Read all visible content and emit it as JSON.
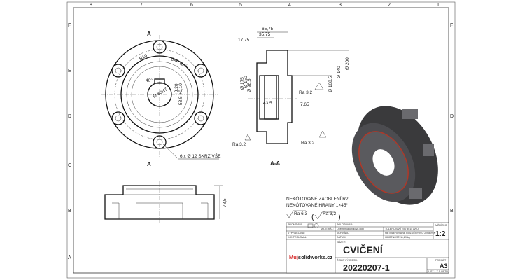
{
  "sheet": {
    "zone_columns": [
      "8",
      "7",
      "6",
      "5",
      "4",
      "3",
      "2",
      "1"
    ],
    "zone_rows": [
      "F",
      "E",
      "D",
      "C",
      "B",
      "A"
    ]
  },
  "front_view": {
    "section_label": "A",
    "dims": {
      "r10": "R10",
      "r115": "6×R11,5",
      "deg": "40°",
      "bore": "Ø 80H7",
      "key1": "20",
      "key2": "+0,20",
      "key3": "53,5 +0,10",
      "holes": "6 x Ø 12 SKRZ VŠE"
    }
  },
  "section_view": {
    "title": "A-A",
    "dims": {
      "d6575": "65,75",
      "d3575": "35,75",
      "d1775": "17,75",
      "d175": "Ø 175",
      "d150": "Ø 150",
      "d985": "Ø 98,5",
      "d1085": "Ø 108,5",
      "d140": "Ø 140",
      "d200": "Ø 200",
      "d435": "43,5",
      "d765": "7,65",
      "ra": "Ra 3,2"
    }
  },
  "bottom_view": {
    "height_dim": "78,5"
  },
  "notes": {
    "line1": "NEKÓTOVANÉ ZAOBLENÍ R2",
    "line2": "NEKÓTOVANÉ HRANY 1×45°",
    "rough_main": "Ra 6,3",
    "rough_other": "Ra 3,2"
  },
  "title_block": {
    "promitani": "PROMÍTÁNÍ",
    "polotovar": "POLOTOVAR:",
    "material_label": "MATERIÁL:",
    "material_value": "Ocel/lehká uhlíková ocel",
    "tolerovani": "TOLEROVÁNÍ   ISO 8015   ANO",
    "meritko_label": "MĚŘÍTKO",
    "meritko": "1:2",
    "vypracoval": "VYPRACOVAL:",
    "schvalil": "SCHVÁLIL:",
    "netolerovane": "NETOLEROVANÉ ROZMĚRY ISO 2768-m-K",
    "kontroloval": "KONTROLOVAL:",
    "datum": "DATUM:",
    "hmotnost": "HMOTNOST: 11,29 kg",
    "nazev_label": "NÁZEV:",
    "nazev": "CVIČENÍ",
    "logo": "Mujsolidworks.cz",
    "cislo_label": "ČÍSLO VÝKRESU:",
    "cislo": "20220207-1",
    "format_label": "FORMÁT",
    "format": "A3",
    "list": "LIST 1 Z 1 LISTŮ"
  }
}
